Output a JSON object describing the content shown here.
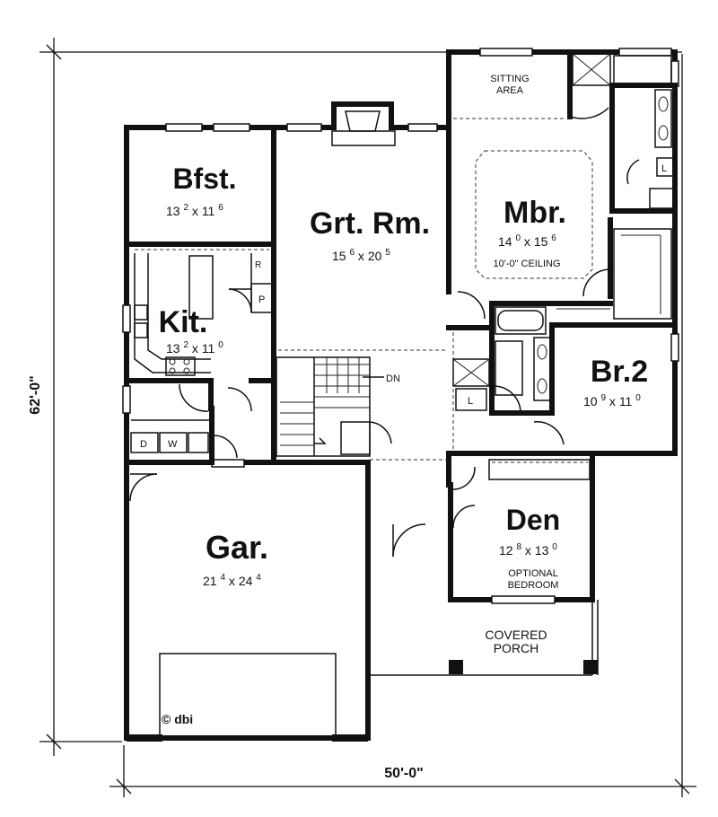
{
  "dimensions": {
    "depth": "62'-0\"",
    "width": "50'-0\""
  },
  "rooms": {
    "bfst": {
      "name": "Bfst.",
      "w": "13",
      "w_in": "2",
      "d": "11",
      "d_in": "6"
    },
    "great_room": {
      "name": "Grt. Rm.",
      "w": "15",
      "w_in": "6",
      "d": "20",
      "d_in": "5"
    },
    "master": {
      "name": "Mbr.",
      "w": "14",
      "w_in": "0",
      "d": "15",
      "d_in": "6",
      "note": "10'-0\" CEILING"
    },
    "kitchen": {
      "name": "Kit.",
      "w": "13",
      "w_in": "2",
      "d": "11",
      "d_in": "0"
    },
    "bedroom2": {
      "name": "Br.2",
      "w": "10",
      "w_in": "9",
      "d": "11",
      "d_in": "0"
    },
    "garage": {
      "name": "Gar.",
      "w": "21",
      "w_in": "4",
      "d": "24",
      "d_in": "4"
    },
    "den": {
      "name": "Den",
      "w": "12",
      "w_in": "8",
      "d": "13",
      "d_in": "0",
      "note_line1": "OPTIONAL",
      "note_line2": "BEDROOM"
    }
  },
  "labels": {
    "sitting_line1": "SITTING",
    "sitting_line2": "AREA",
    "porch_line1": "COVERED",
    "porch_line2": "PORCH",
    "stair_dn": "DN",
    "fridge": "R",
    "pantry": "P",
    "dryer": "D",
    "washer": "W",
    "linen_master": "L",
    "linen_hall": "L",
    "copyright": "© dbi",
    "times": "x"
  }
}
